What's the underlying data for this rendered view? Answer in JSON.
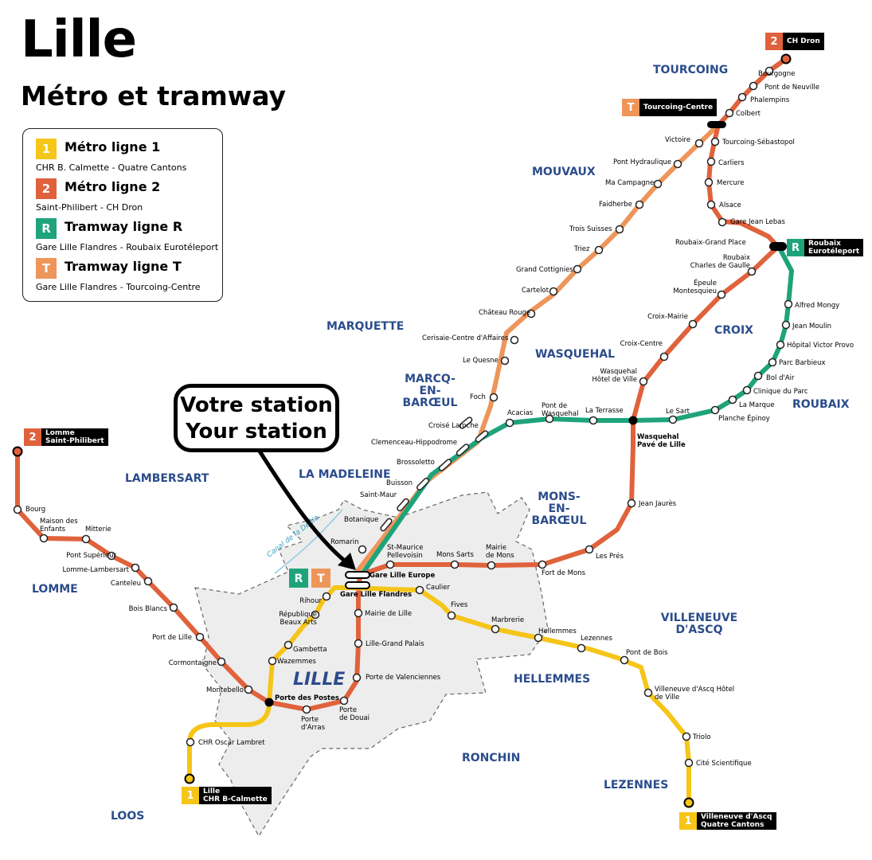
{
  "title": "Lille",
  "subtitle": "Métro et tramway",
  "colors": {
    "line1": "#F5C518",
    "line2": "#E0623C",
    "lineR": "#1EA37A",
    "lineT": "#EE955A",
    "label": "#2B4C8C",
    "canal": "#3BA3C8"
  },
  "legend": [
    {
      "badge": "1",
      "name": "Métro ligne 1",
      "route": "CHR B. Calmette - Quatre Cantons",
      "color": "#F5C518"
    },
    {
      "badge": "2",
      "name": "Métro ligne 2",
      "route": "Saint-Philibert - CH Dron",
      "color": "#E0623C"
    },
    {
      "badge": "R",
      "name": "Tramway ligne R",
      "route": "Gare Lille Flandres - Roubaix Eurotéleport",
      "color": "#1EA37A"
    },
    {
      "badge": "T",
      "name": "Tramway ligne T",
      "route": "Gare Lille Flandres - Tourcoing-Centre",
      "color": "#EE955A"
    }
  ],
  "callout": {
    "line1": "Votre station",
    "line2": "Your station"
  },
  "terminals": [
    {
      "badge": "2",
      "color": "#E0623C",
      "lines": [
        "CH Dron"
      ]
    },
    {
      "badge": "T",
      "color": "#EE955A",
      "lines": [
        "Tourcoing-Centre"
      ]
    },
    {
      "badge": "R",
      "color": "#1EA37A",
      "lines": [
        "Roubaix",
        "Eurotéleport"
      ]
    },
    {
      "badge": "2",
      "color": "#E0623C",
      "lines": [
        "Lomme",
        "Saint-Philibert"
      ]
    },
    {
      "badge": "1",
      "color": "#F5C518",
      "lines": [
        "Lille",
        "CHR B-Calmette"
      ]
    },
    {
      "badge": "1",
      "color": "#F5C518",
      "lines": [
        "Villeneuve d'Ascq",
        "Quatre Cantons"
      ]
    }
  ],
  "hub_badges": [
    "R",
    "T"
  ],
  "canal_label": "Canal de la Deûle",
  "city_label": "LILLE",
  "areas": [
    "TOURCOING",
    "MOUVAUX",
    "MARQUETTE",
    "WASQUEHAL",
    "CROIX",
    "ROUBAIX",
    "MARCQ-EN-BARŒUL",
    "LA MADELEINE",
    "LAMBERSART",
    "LOMME",
    "MONS-EN-BARŒUL",
    "VILLENEUVE D'ASCQ",
    "HELLEMMES",
    "RONCHIN",
    "LEZENNES",
    "LOOS"
  ],
  "stations": [
    "Bourgogne",
    "Pont de Neuville",
    "Phalempins",
    "Colbert",
    "Tourcoing-Sébastopol",
    "Carliers",
    "Mercure",
    "Alsace",
    "Gare Jean Lebas",
    "Roubaix-Grand Place",
    "Roubaix Charles de Gaulle",
    "Épeule Montesquieu",
    "Croix-Mairie",
    "Croix-Centre",
    "Wasquehal Hôtel de Ville",
    "Wasquehal Pavé de Lille",
    "Jean Jaurès",
    "Les Prés",
    "Fort de Mons",
    "Mairie de Mons",
    "Mons Sarts",
    "St-Maurice Pellevoisin",
    "Gare Lille Europe",
    "Gare Lille Flandres",
    "Mairie de Lille",
    "Lille-Grand Palais",
    "Porte de Valenciennes",
    "Porte de Douai",
    "Porte d'Arras",
    "Porte des Postes",
    "Montebello",
    "Cormontaigne",
    "Port de Lille",
    "Bois Blancs",
    "Canteleu",
    "Lomme-Lambersart",
    "Pont Supérieur",
    "Mitterie",
    "Maison des Enfants",
    "Bourg",
    "Rihour",
    "République Beaux Arts",
    "Gambetta",
    "Wazemmes",
    "CHR Oscar Lambret",
    "Caulier",
    "Fives",
    "Marbrerie",
    "Hellemmes",
    "Lezennes",
    "Pont de Bois",
    "Villeneuve d'Ascq Hôtel de Ville",
    "Triolo",
    "Cité Scientifique",
    "Alfred Mongy",
    "Jean Moulin",
    "Hôpital Victor Provo",
    "Parc Barbieux",
    "Bol d'Air",
    "Clinique du Parc",
    "La Marque",
    "Planche Épinoy",
    "Le Sart",
    "La Terrasse",
    "Pont de Wasquehal",
    "Acacias",
    "Croisé Laroche",
    "Clemenceau-Hippodrome",
    "Brossoletto",
    "Buisson",
    "Saint-Maur",
    "Botanique",
    "Romarin",
    "Victoire",
    "Pont Hydraulique",
    "Ma Campagne",
    "Faidherbe",
    "Trois Suisses",
    "Triez",
    "Grand Cottignies",
    "Cartelot",
    "Château Rouge",
    "Cerisaie-Centre d'Affaires",
    "Le Quesne",
    "Foch"
  ]
}
